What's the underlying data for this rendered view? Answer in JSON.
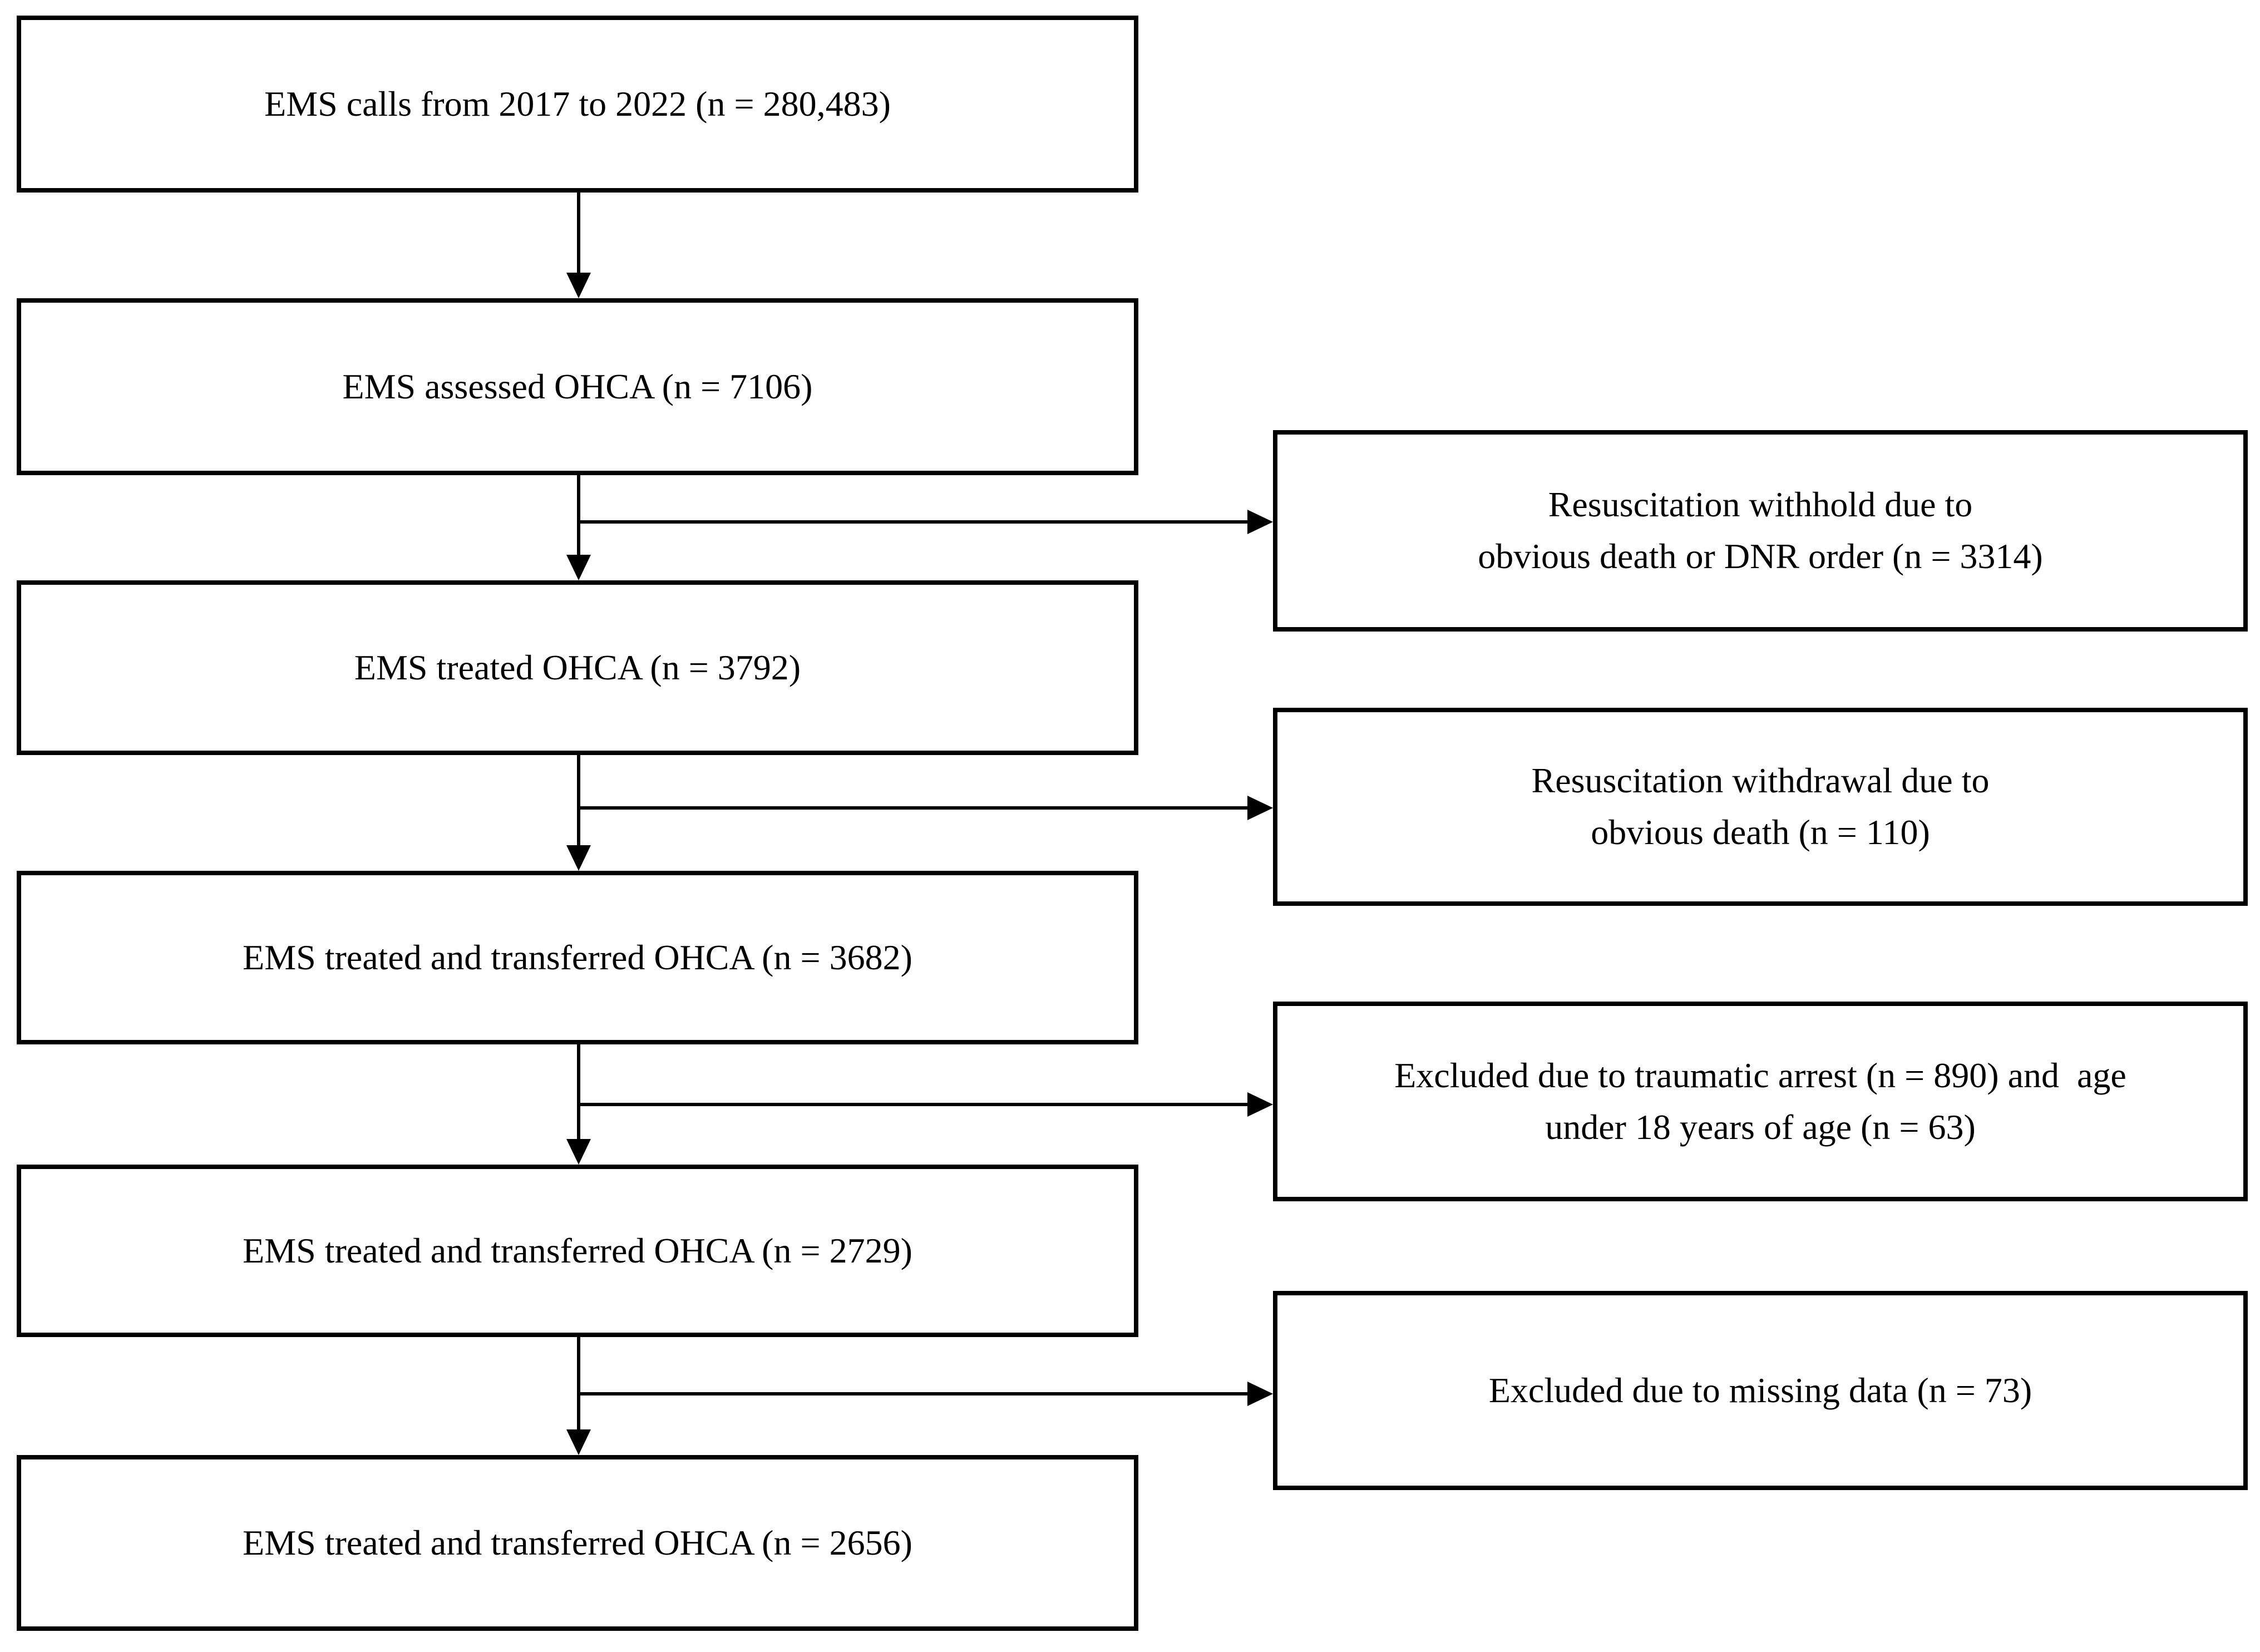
{
  "figure": {
    "type": "flowchart",
    "colors": {
      "background": "#ffffff",
      "box_border": "#000000",
      "text": "#000000",
      "arrow": "#000000"
    },
    "flow_boxes": [
      {
        "label": "EMS calls from 2017 to 2022 (n = 280,483)"
      },
      {
        "label": "EMS assessed OHCA (n = 7106)"
      },
      {
        "label": "EMS treated OHCA (n = 3792)"
      },
      {
        "label": "EMS treated and transferred OHCA (n = 3682)"
      },
      {
        "label": "EMS treated and transferred OHCA (n = 2729)"
      },
      {
        "label": "EMS treated and transferred OHCA (n = 2656)"
      }
    ],
    "exclusion_boxes": [
      {
        "lines": [
          "Resuscitation withhold due to",
          "obvious death or DNR order (n = 3314)"
        ]
      },
      {
        "lines": [
          "Resuscitation withdrawal due to",
          "obvious death (n = 110)"
        ]
      },
      {
        "lines": [
          "Excluded due to traumatic arrest (n = 890) and  age",
          "under 18 years of age (n = 63)"
        ]
      },
      {
        "lines": [
          "Excluded due to missing data (n = 73)"
        ]
      }
    ]
  }
}
